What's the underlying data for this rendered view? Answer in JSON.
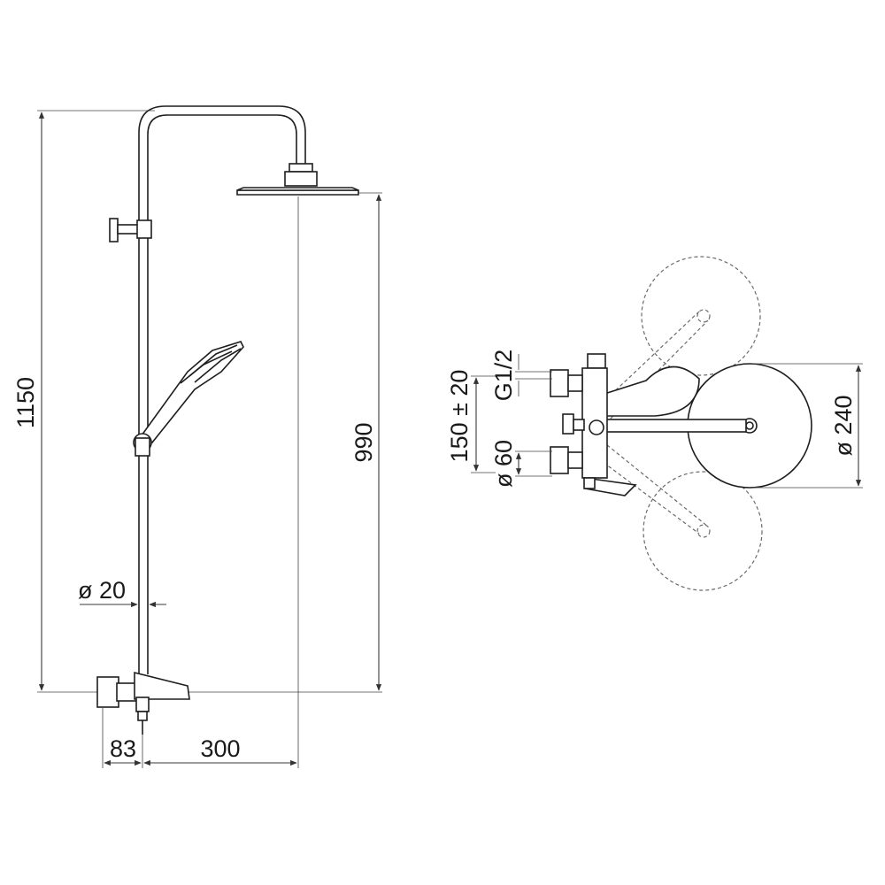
{
  "front_view": {
    "height_label": "1150",
    "head_height_label": "990",
    "pipe_diameter_label": "ø 20",
    "offset_label": "83",
    "projection_label": "300"
  },
  "top_view": {
    "thread_label": "G1/2",
    "centres_label": "150 ± 20",
    "rosette_label": "ø 60",
    "head_diameter_label": "ø 240"
  }
}
